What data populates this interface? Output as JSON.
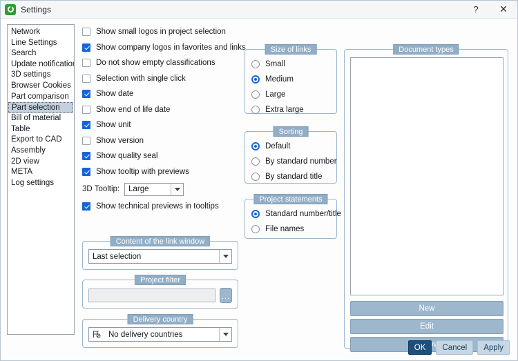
{
  "window": {
    "title": "Settings",
    "app_icon": "app-green-circle-icon",
    "help_label": "?",
    "close_label": "✕"
  },
  "sidebar": {
    "items": [
      {
        "label": "Network",
        "selected": false
      },
      {
        "label": "Line Settings",
        "selected": false
      },
      {
        "label": "Search",
        "selected": false
      },
      {
        "label": "Update notification",
        "selected": false
      },
      {
        "label": "3D settings",
        "selected": false
      },
      {
        "label": "Browser Cookies",
        "selected": false
      },
      {
        "label": "Part comparison",
        "selected": false
      },
      {
        "label": "Part selection",
        "selected": true
      },
      {
        "label": "Bill of material",
        "selected": false
      },
      {
        "label": "Table",
        "selected": false
      },
      {
        "label": "Export to CAD",
        "selected": false
      },
      {
        "label": "Assembly",
        "selected": false
      },
      {
        "label": "2D view",
        "selected": false
      },
      {
        "label": "META",
        "selected": false
      },
      {
        "label": "Log settings",
        "selected": false
      }
    ]
  },
  "checkboxes": [
    {
      "label": "Show small logos in project selection",
      "checked": false
    },
    {
      "label": "Show company logos in favorites and links",
      "checked": true
    },
    {
      "label": "Do not show empty classifications",
      "checked": false
    },
    {
      "label": "Selection with single click",
      "checked": false
    },
    {
      "label": "Show date",
      "checked": true
    },
    {
      "label": "Show end of life date",
      "checked": false
    },
    {
      "label": "Show unit",
      "checked": true
    },
    {
      "label": "Show version",
      "checked": false
    },
    {
      "label": "Show quality seal",
      "checked": true
    },
    {
      "label": "Show tooltip with previews",
      "checked": true
    }
  ],
  "tooltip_setting": {
    "label": "3D Tooltip:",
    "value": "Large"
  },
  "technical_previews": {
    "label": "Show technical previews in tooltips",
    "checked": true
  },
  "link_window": {
    "title": "Content of the link window",
    "value": "Last selection"
  },
  "project_filter": {
    "title": "Project filter",
    "value": "",
    "browse_label": "..."
  },
  "delivery_country": {
    "title": "Delivery country",
    "value": "No delivery countries",
    "icon": "globe-flag-icon"
  },
  "size_of_links": {
    "title": "Size of links",
    "options": [
      {
        "label": "Small",
        "selected": false
      },
      {
        "label": "Medium",
        "selected": true
      },
      {
        "label": "Large",
        "selected": false
      },
      {
        "label": "Extra large",
        "selected": false
      }
    ]
  },
  "sorting": {
    "title": "Sorting",
    "options": [
      {
        "label": "Default",
        "selected": true
      },
      {
        "label": "By standard number",
        "selected": false
      },
      {
        "label": "By standard title",
        "selected": false
      }
    ]
  },
  "project_statements": {
    "title": "Project statements",
    "options": [
      {
        "label": "Standard number/title",
        "selected": true
      },
      {
        "label": "File names",
        "selected": false
      }
    ]
  },
  "document_types": {
    "title": "Document types",
    "items": [],
    "buttons": {
      "new": "New",
      "edit": "Edit",
      "remove": "Remove"
    }
  },
  "footer": {
    "ok": "OK",
    "cancel": "Cancel",
    "apply": "Apply"
  },
  "colors": {
    "accent_blue": "#1565d8",
    "group_title_bg": "#92aec6",
    "panel_button_bg": "#9db7cd",
    "primary_button_bg": "#1d4e7c",
    "selection_bg": "#c3d0dd"
  }
}
